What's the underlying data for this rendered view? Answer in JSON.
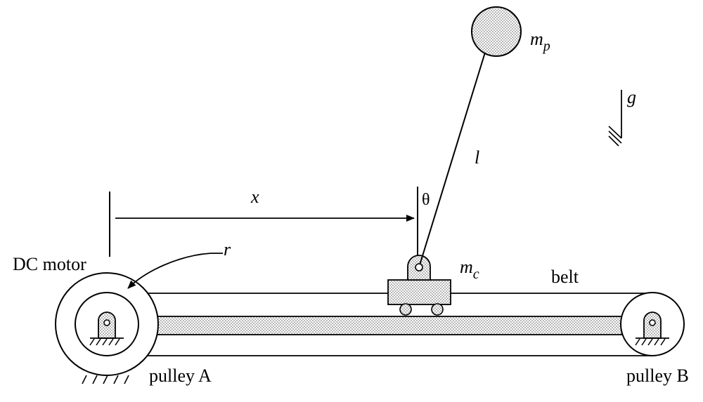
{
  "labels": {
    "mp_base": "m",
    "mp_sub": "p",
    "mc_base": "m",
    "mc_sub": "c",
    "gravity": "g",
    "length": "l",
    "position": "x",
    "angle": "θ",
    "radius": "r",
    "motor": "DC motor",
    "belt": "belt",
    "pulley_a": "pulley A",
    "pulley_b": "pulley B"
  },
  "colors": {
    "ink": "#000000",
    "background": "#ffffff",
    "stipple": "#555555"
  }
}
